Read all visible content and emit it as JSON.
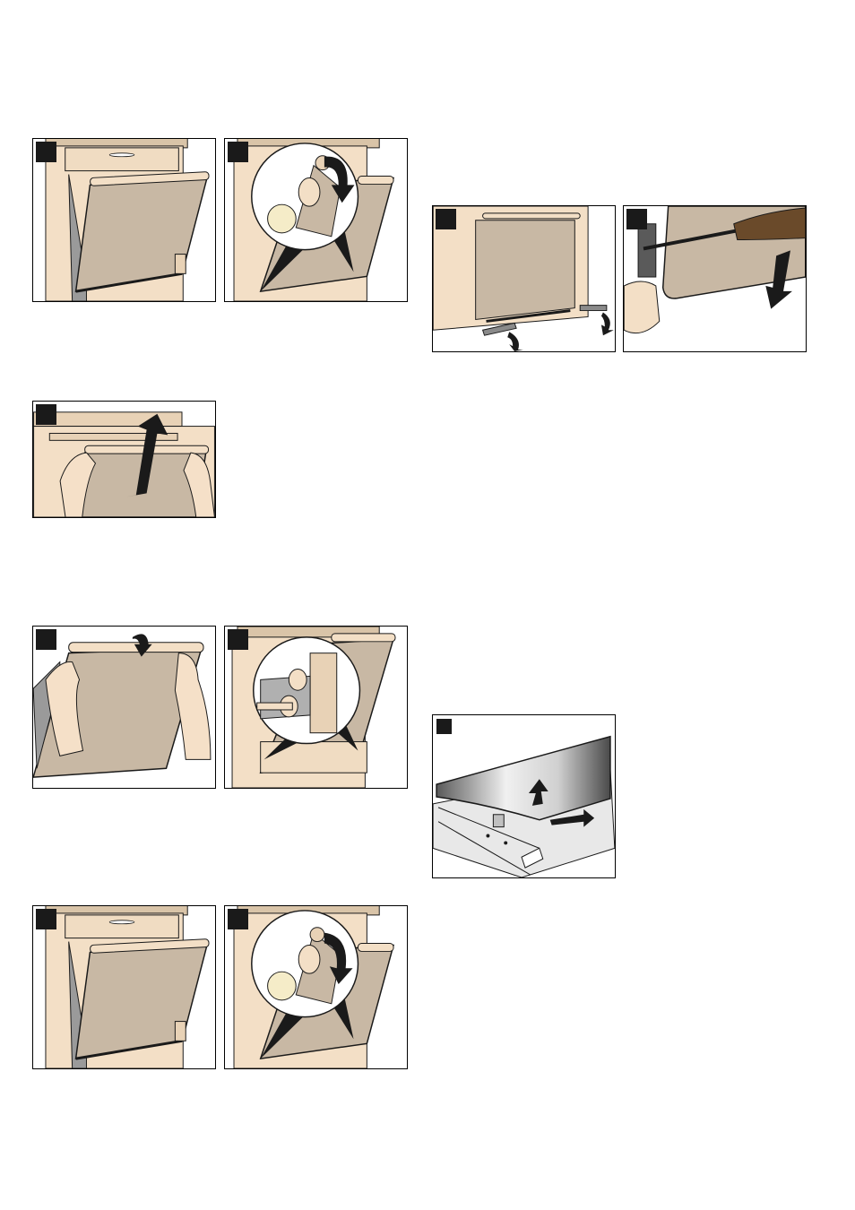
{
  "colors": {
    "oven_body": "#f3dfc6",
    "oven_top": "#e8d2b6",
    "door_glass": "#c8b8a4",
    "outline": "#1a1a1a",
    "skin": "#f5e0c8",
    "badge": "#1a1a1a",
    "steel_dark": "#5a5a5a",
    "steel_light": "#e8e8e8"
  },
  "figures": [
    {
      "id": "fig-1",
      "icon": "oven-door-open-icon"
    },
    {
      "id": "fig-2",
      "icon": "hinge-lever-open-zoom-icon"
    },
    {
      "id": "fig-3",
      "icon": "door-lift-off-icon"
    },
    {
      "id": "fig-4",
      "icon": "door-insert-icon"
    },
    {
      "id": "fig-5",
      "icon": "hinge-engage-zoom-icon"
    },
    {
      "id": "fig-6",
      "icon": "oven-door-open-icon"
    },
    {
      "id": "fig-7",
      "icon": "hinge-lever-close-zoom-icon"
    },
    {
      "id": "fig-8",
      "icon": "door-cover-screws-icon"
    },
    {
      "id": "fig-9",
      "icon": "screwdriver-cover-icon"
    },
    {
      "id": "fig-10",
      "icon": "glass-pane-removal-icon"
    }
  ]
}
